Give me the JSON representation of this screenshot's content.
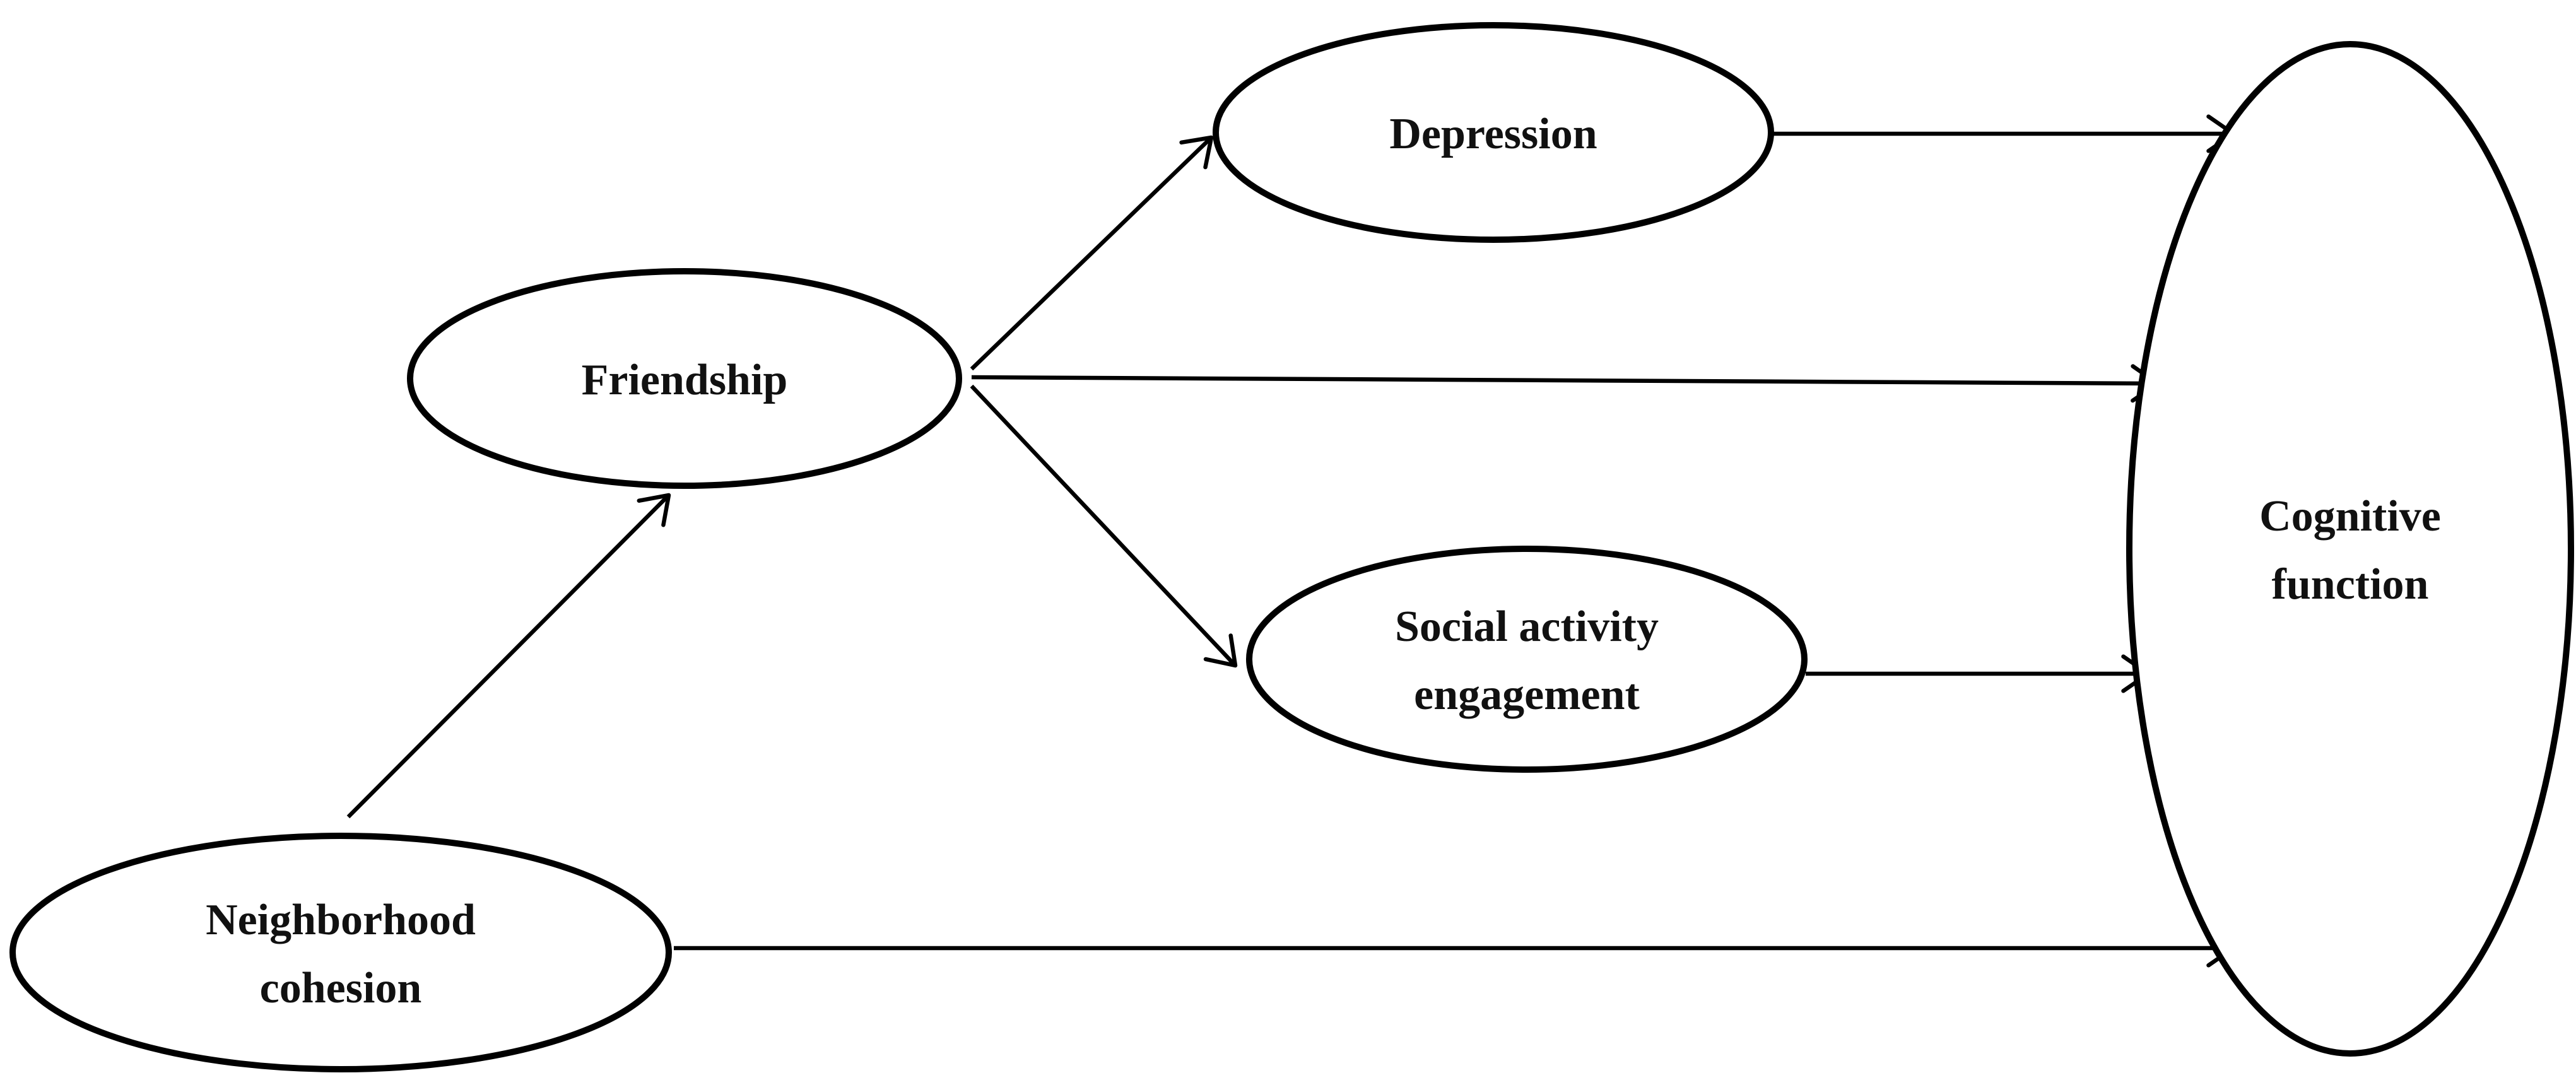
{
  "diagram": {
    "nodes": [
      {
        "id": "depression",
        "lines": [
          "Depression"
        ]
      },
      {
        "id": "friendship",
        "lines": [
          "Friendship"
        ]
      },
      {
        "id": "social-activity-engagement",
        "lines": [
          "Social activity",
          "engagement"
        ]
      },
      {
        "id": "neighborhood-cohesion",
        "lines": [
          "Neighborhood",
          "cohesion"
        ]
      },
      {
        "id": "cognitive-function",
        "lines": [
          "Cognitive",
          "function"
        ]
      }
    ],
    "edges": [
      {
        "from": "neighborhood-cohesion",
        "to": "friendship"
      },
      {
        "from": "friendship",
        "to": "depression"
      },
      {
        "from": "friendship",
        "to": "cognitive-function"
      },
      {
        "from": "friendship",
        "to": "social-activity-engagement"
      },
      {
        "from": "depression",
        "to": "cognitive-function"
      },
      {
        "from": "social-activity-engagement",
        "to": "cognitive-function"
      },
      {
        "from": "neighborhood-cohesion",
        "to": "cognitive-function"
      }
    ]
  }
}
